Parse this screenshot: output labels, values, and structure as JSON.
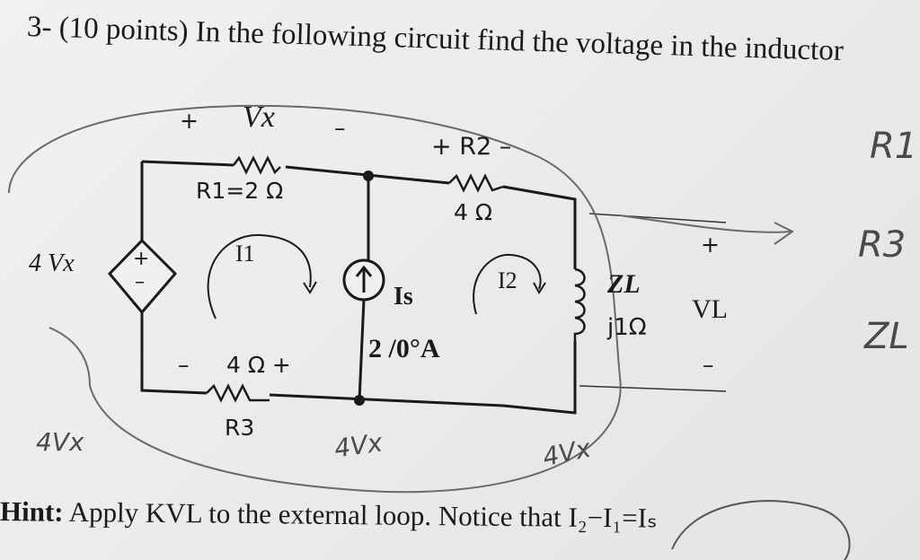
{
  "problem": {
    "title": "3- (10 points) In the following circuit find the voltage in the inductor",
    "hint_prefix": "Hint:",
    "hint_text": " Apply KVL to the external loop. Notice that ",
    "hint_equation": "I₂−I₁=Iₛ"
  },
  "circuit": {
    "vx_plus": "+",
    "vx_label": "Vx",
    "vx_minus": "–",
    "r1_label": "R1=2 Ω",
    "r2_label": "+ R2 –",
    "r2_value": "4 Ω",
    "r3_value": "4 Ω +",
    "r3_minus": "–",
    "r3_label": "R3",
    "dep_source_label": "4 Vx",
    "dep_source_plus": "+",
    "dep_source_minus": "–",
    "mesh1": "I1",
    "mesh2": "I2",
    "is_label": "Is",
    "is_value": "2 /0°A",
    "zl_label": "ZL",
    "zl_value": "j1Ω",
    "vl_plus": "+",
    "vl_label": "VL",
    "vl_minus": "–"
  },
  "handwriting": {
    "note_r1": "R1",
    "note_r3": "R3",
    "note_zl": "ZL",
    "note_4vx_left": "4Vx",
    "note_4vx_mid": "4Vx",
    "note_4vx_right": "4Vx"
  }
}
